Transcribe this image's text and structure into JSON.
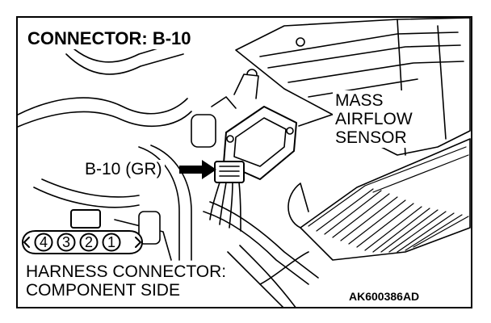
{
  "title": "CONNECTOR: B-10",
  "sensor_label": [
    "MASS",
    "AIRFLOW",
    "SENSOR"
  ],
  "connector_callout": "B-10 (GR)",
  "harness_label": [
    "HARNESS CONNECTOR:",
    "COMPONENT SIDE"
  ],
  "figure_code": "AK600386AD",
  "connector_pins": [
    "4",
    "3",
    "2",
    "1"
  ]
}
